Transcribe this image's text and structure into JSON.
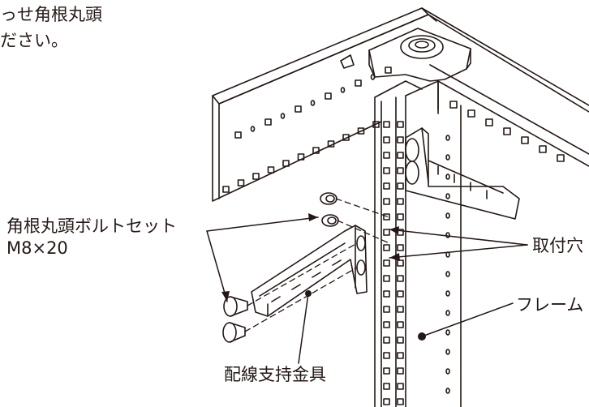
{
  "intro": {
    "line1": "っせ角根丸頭",
    "line2": "ださい。"
  },
  "labels": {
    "bolt_set": "角根丸頭ボルトセット",
    "bolt_size": "M8×20",
    "mounting_hole": "取付穴",
    "frame": "フレーム",
    "wiring_bracket": "配線支持金具"
  },
  "colors": {
    "ink": "#231815",
    "paper": "#ffffff"
  }
}
